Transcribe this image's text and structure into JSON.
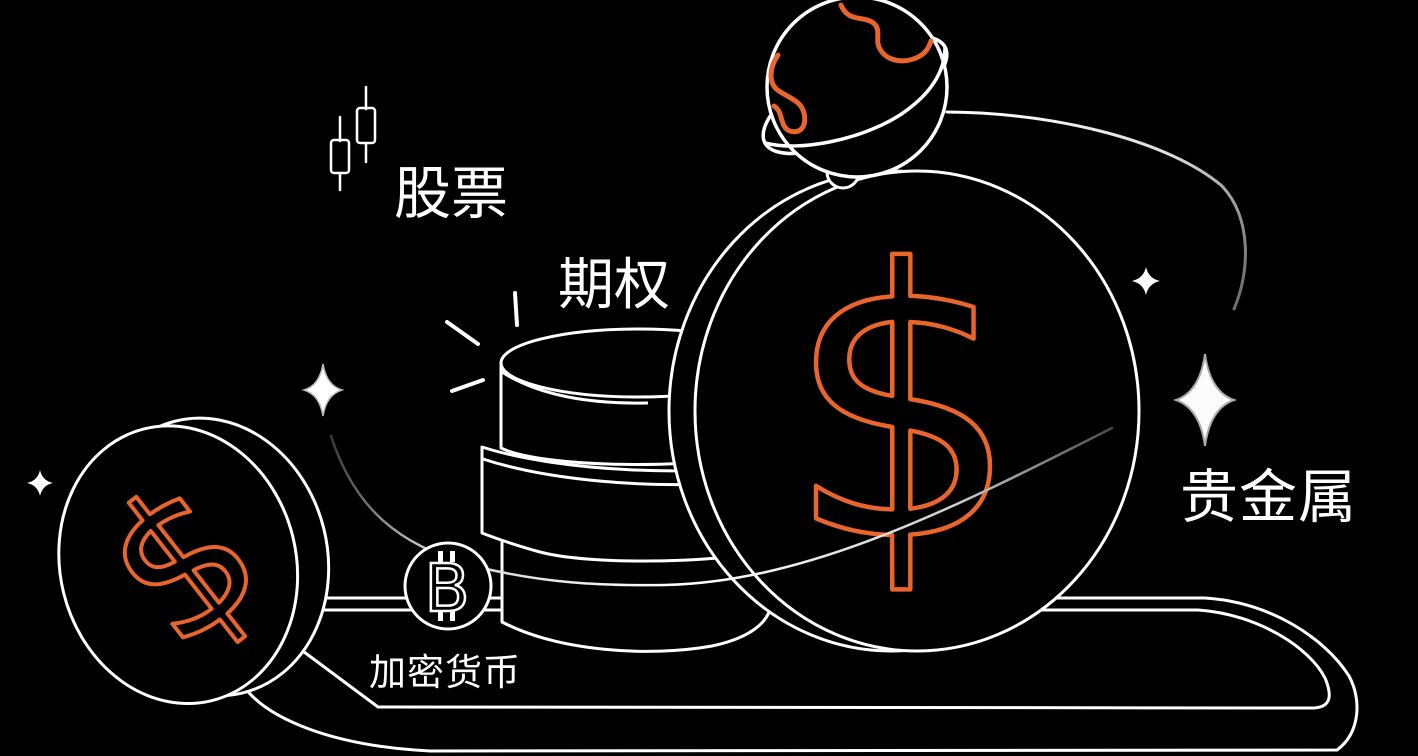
{
  "illustration": {
    "background_color": "#000000",
    "accent_color": "#E8652E",
    "line_color": "#FFFFFF",
    "labels": {
      "stocks": "股票",
      "options": "期权",
      "precious_metals": "贵金属",
      "crypto": "加密货币"
    },
    "symbols": {
      "dollar_large": "$",
      "dollar_small": "$",
      "bitcoin": "B"
    }
  }
}
